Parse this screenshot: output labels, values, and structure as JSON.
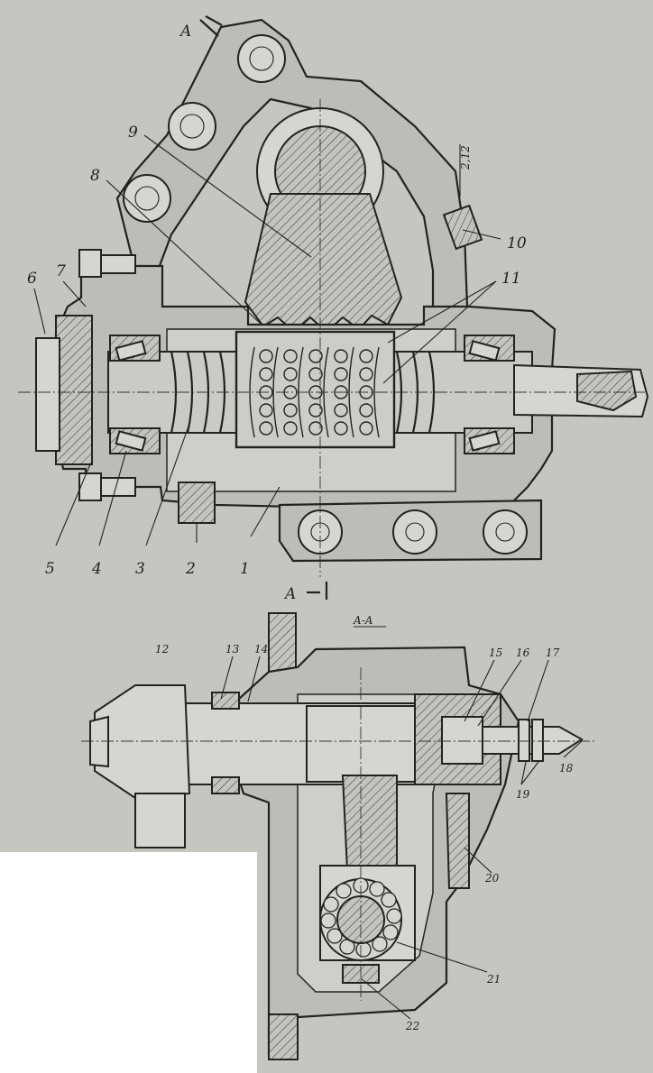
{
  "drawing": {
    "dimension": "2,12",
    "section_mark": "A",
    "section_title": "A-A"
  },
  "callouts": {
    "top": [
      "1",
      "2",
      "3",
      "4",
      "5",
      "6",
      "7",
      "8",
      "9",
      "10",
      "11"
    ],
    "bottom": [
      "12",
      "13",
      "14",
      "15",
      "16",
      "17",
      "18",
      "19",
      "20",
      "21",
      "22"
    ]
  }
}
